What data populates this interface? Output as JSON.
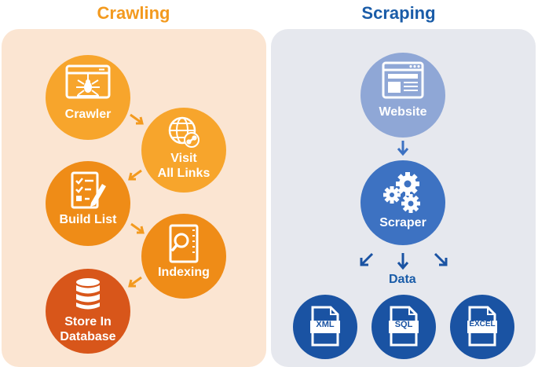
{
  "crawling": {
    "title": "Crawling",
    "steps": {
      "crawler": "Crawler",
      "visit_l1": "Visit",
      "visit_l2": "All Links",
      "build_list": "Build List",
      "indexing": "Indexing",
      "store_l1": "Store In",
      "store_l2": "Database"
    }
  },
  "scraping": {
    "title": "Scraping",
    "website": "Website",
    "scraper": "Scraper",
    "data": "Data",
    "outputs": {
      "xml": "XML",
      "sql": "SQL",
      "excel": "EXCEL"
    }
  },
  "colors": {
    "crawl_title": "#f39a1f",
    "crawl_panel": "#fbe5d2",
    "scrape_title": "#1a5ca8",
    "scrape_panel": "#e6e8ee",
    "orange_light": "#f7a52c",
    "orange_mid": "#ef8c17",
    "orange_dark": "#d8561a",
    "blue_light": "#8fa7d6",
    "blue_mid": "#3d72c2",
    "blue_dark": "#1a53a3"
  }
}
